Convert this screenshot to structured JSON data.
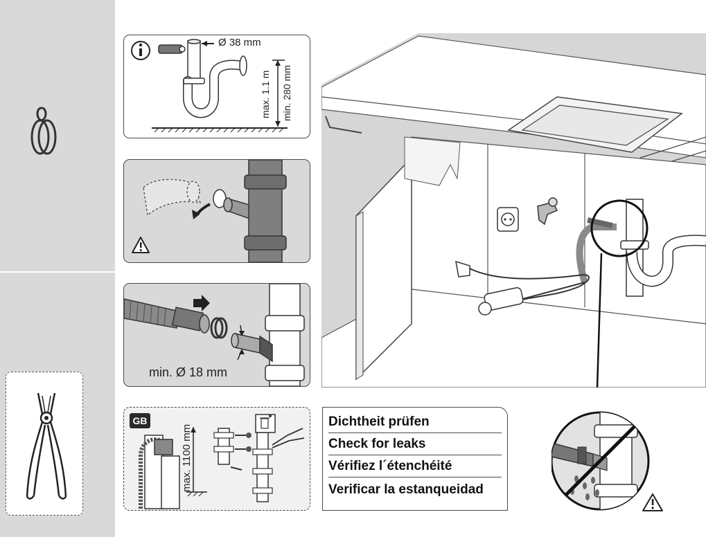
{
  "sidebar": {
    "top_icon": "hose-clamp-icon",
    "bottom_icon": "side-cutter-pliers-icon"
  },
  "panel_info": {
    "icon": "info-icon",
    "diameter_label": "Ø 38 mm",
    "max_height_label": "max. 1.1 m",
    "min_height_label": "min. 280 mm"
  },
  "panel_warning": {
    "icon": "warning-triangle-icon"
  },
  "panel_hose": {
    "min_diameter_label": "min. Ø 18 mm"
  },
  "panel_gb": {
    "badge": "GB",
    "max_height_label": "max. 1100 mm",
    "icon": "waste-bin-icon"
  },
  "check": {
    "rows": [
      "Dichtheit prüfen",
      "Check for leaks",
      "Vérifiez l´étenchéité",
      "Verificar la estanqueidad"
    ],
    "warning_icon": "warning-triangle-icon"
  },
  "colors": {
    "sidebar": "#d9d9d9",
    "panel_grey": "#d9d9d9",
    "outline": "#4a4a4a",
    "hose": "#8a8a8a",
    "wall": "#d6d6d6"
  }
}
